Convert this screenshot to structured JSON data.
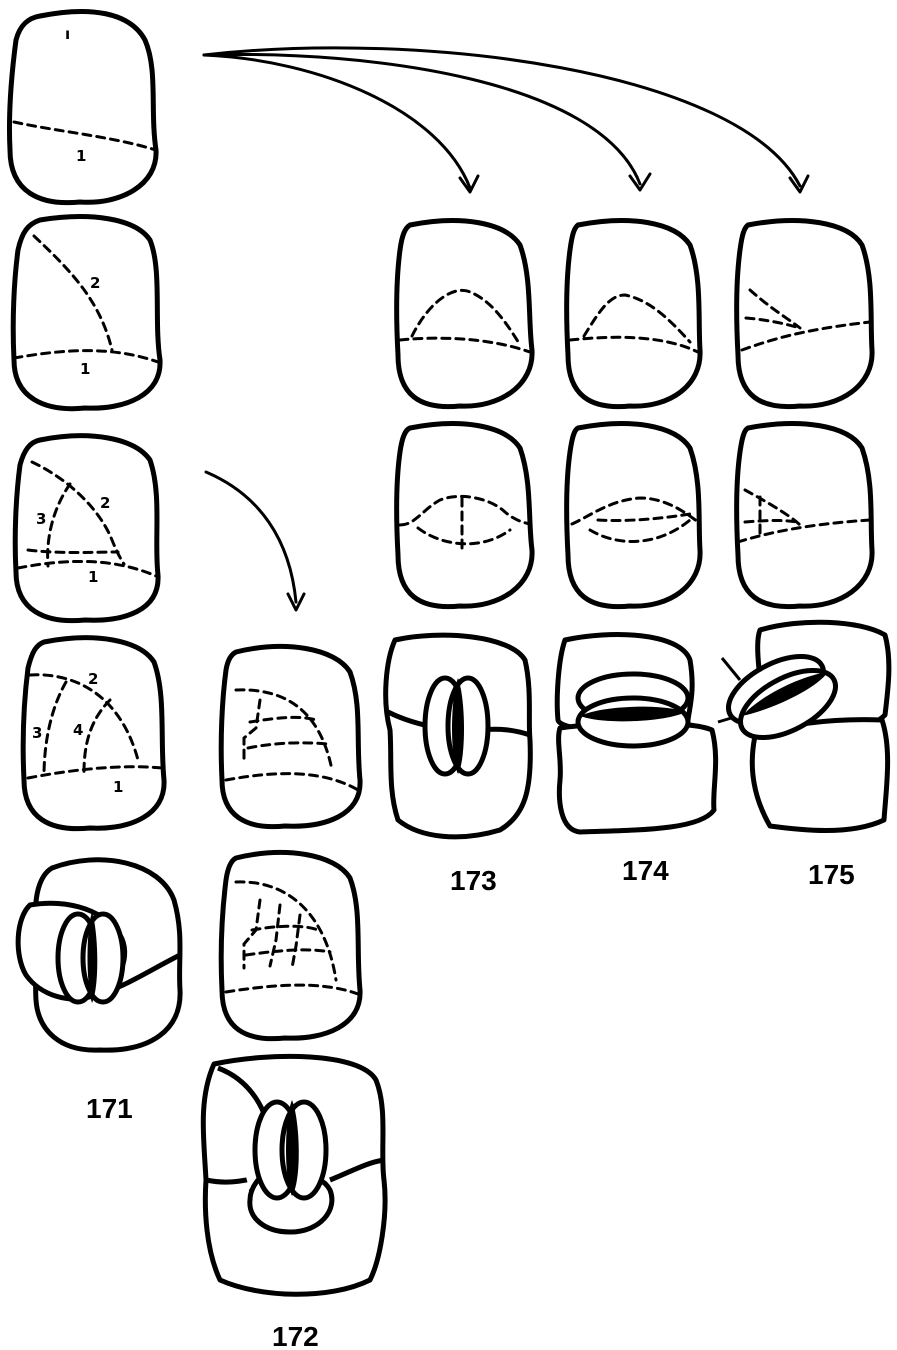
{
  "figures": {
    "fig_171": "171",
    "fig_172": "172",
    "fig_173": "173",
    "fig_174": "174",
    "fig_175": "175"
  },
  "wall_labels": {
    "stage1_wall1": "1",
    "stage1_mark": "ı",
    "stage2_wall1": "1",
    "stage2_wall2": "2",
    "stage3_wall1": "1",
    "stage3_wall2": "2",
    "stage3_wall3": "3",
    "stage4_wall1": "1",
    "stage4_wall2": "2",
    "stage4_wall3": "3",
    "stage4_wall4": "4"
  }
}
